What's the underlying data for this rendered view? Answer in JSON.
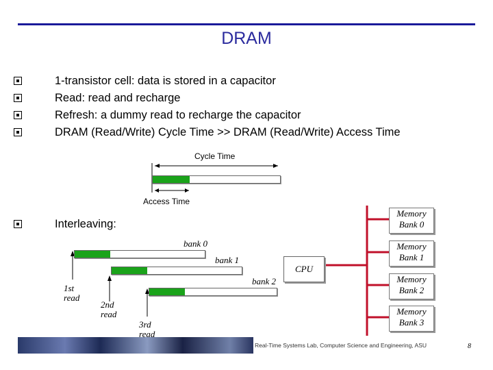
{
  "title": "DRAM",
  "bullets": [
    "1-transistor cell: data is stored in a capacitor",
    "Read: read and recharge",
    "Refresh: a dummy read to recharge the capacitor",
    "DRAM (Read/Write) Cycle Time  >> DRAM (Read/Write) Access Time"
  ],
  "timing": {
    "cycle_label": "Cycle Time",
    "access_label": "Access Time"
  },
  "interleaving": {
    "label": "Interleaving:",
    "banks": [
      "bank 0",
      "bank 1",
      "bank 2"
    ],
    "reads": [
      "1st\nread",
      "2nd\nread",
      "3rd\nread"
    ],
    "cpu": "CPU",
    "memory_banks": [
      "Memory\nBank 0",
      "Memory\nBank 1",
      "Memory\nBank 2",
      "Memory\nBank 3"
    ]
  },
  "footer": {
    "text": "Real-Time Systems Lab, Computer Science and Engineering, ASU",
    "page": "8"
  },
  "colors": {
    "title": "#2b2b9e",
    "access_fill": "#1aa31a",
    "bus": "#c0102a"
  }
}
